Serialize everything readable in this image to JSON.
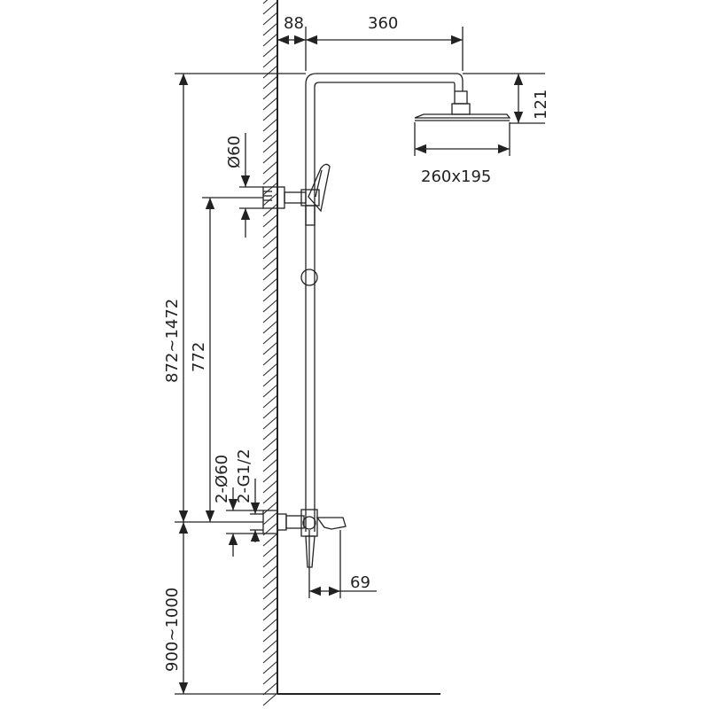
{
  "diagram": {
    "labels": {
      "wall_offset": "88",
      "arm_length": "360",
      "head_height": "121",
      "head_size": "260x195",
      "bracket_diameter": "Ø60",
      "total_height": "872~1472",
      "bracket_spacing": "772",
      "inlet_diameter": "2-Ø60",
      "inlet_thread": "2-G1/2",
      "spout_offset": "69",
      "mount_height": "900~1000"
    },
    "colors": {
      "ink": "#222222",
      "background": "#ffffff"
    }
  }
}
